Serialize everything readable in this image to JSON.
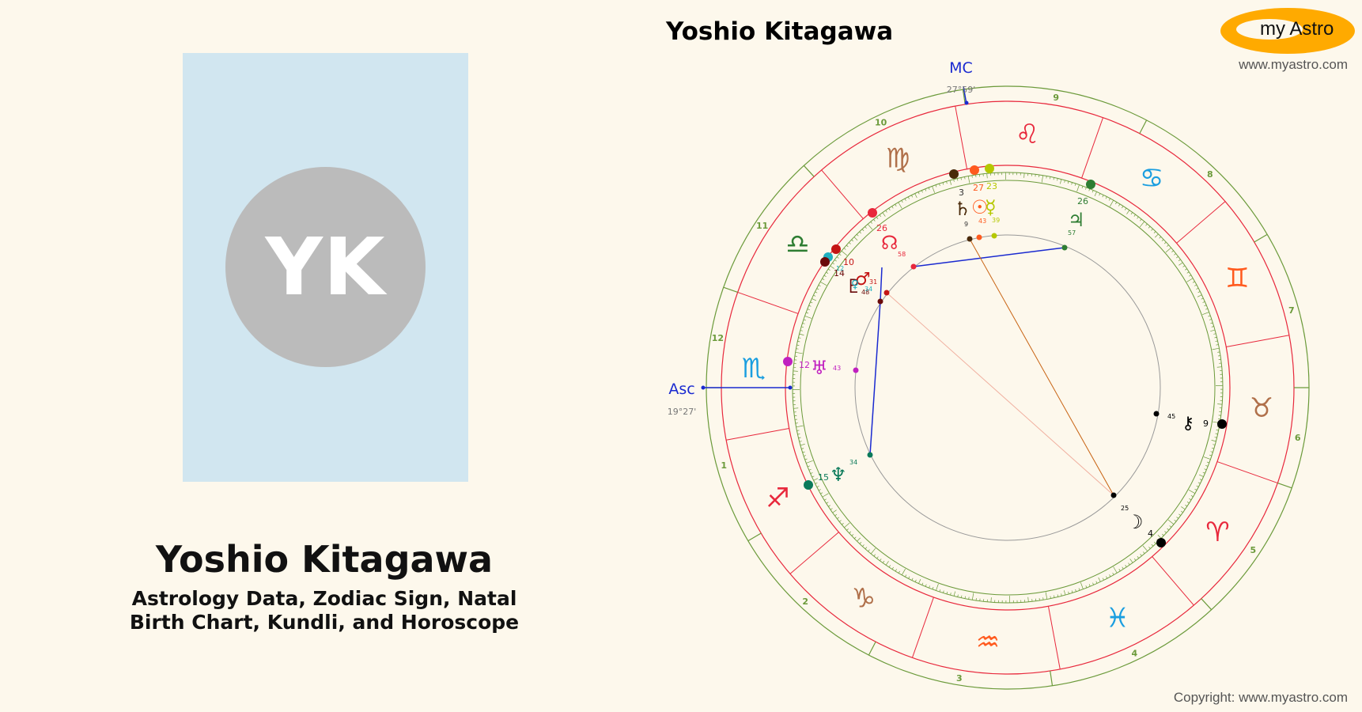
{
  "person": {
    "name": "Yoshio Kitagawa",
    "initials": "YK",
    "subtitle_line1": "Astrology Data, Zodiac Sign, Natal",
    "subtitle_line2": "Birth Chart, Kundli, and Horoscope"
  },
  "chart": {
    "title": "Yoshio Kitagawa",
    "mc_label": "MC",
    "mc_degree": "27°59'",
    "asc_label": "Asc",
    "asc_degree": "19°27'"
  },
  "branding": {
    "logo_text": "my Astro",
    "website": "www.myastro.com",
    "copyright": "Copyright: www.myastro.com",
    "logo_color": "#ffaa00"
  },
  "colors": {
    "background": "#fdf8ec",
    "portrait_bg": "#d1e6f0",
    "avatar_bg": "#bbbbbb",
    "house_lines": "#e8283c",
    "outer_ring": "#6b9a3a"
  },
  "zodiac_signs": [
    {
      "name": "aries",
      "glyph": "♈",
      "color": "#e8283c"
    },
    {
      "name": "taurus",
      "glyph": "♉",
      "color": "#b0704a"
    },
    {
      "name": "gemini",
      "glyph": "♊",
      "color": "#ff5a1e"
    },
    {
      "name": "cancer",
      "glyph": "♋",
      "color": "#1a9ee0"
    },
    {
      "name": "leo",
      "glyph": "♌",
      "color": "#e8283c"
    },
    {
      "name": "virgo",
      "glyph": "♍",
      "color": "#b0704a"
    },
    {
      "name": "libra",
      "glyph": "♎",
      "color": "#2e7d32"
    },
    {
      "name": "scorpio",
      "glyph": "♏",
      "color": "#1a9ee0"
    },
    {
      "name": "sagittarius",
      "glyph": "♐",
      "color": "#e8283c"
    },
    {
      "name": "capricorn",
      "glyph": "♑",
      "color": "#b0704a"
    },
    {
      "name": "aquarius",
      "glyph": "♒",
      "color": "#ff5a1e"
    },
    {
      "name": "pisces",
      "glyph": "♓",
      "color": "#1a9ee0"
    }
  ],
  "houses": [
    "1",
    "2",
    "3",
    "4",
    "5",
    "6",
    "7",
    "8",
    "9",
    "10",
    "11",
    "12"
  ],
  "planets": [
    {
      "name": "saturn",
      "glyph": "♄",
      "degree": "3",
      "minute": "9",
      "color": "#4a2a0a"
    },
    {
      "name": "sun",
      "glyph": "☉",
      "degree": "27",
      "minute": "43",
      "color": "#ff5a1e"
    },
    {
      "name": "mercury",
      "glyph": "☿",
      "degree": "23",
      "minute": "39",
      "color": "#b5c800"
    },
    {
      "name": "jupiter",
      "glyph": "♃",
      "degree": "26",
      "minute": "57",
      "color": "#2e7d32"
    },
    {
      "name": "north-node",
      "glyph": "☊",
      "degree": "26",
      "minute": "58",
      "color": "#e8283c"
    },
    {
      "name": "mars",
      "glyph": "♂",
      "degree": "10",
      "minute": "31",
      "color": "#c41414"
    },
    {
      "name": "pluto",
      "glyph": "♇",
      "degree": "14",
      "minute": "48",
      "color": "#6a0a0a"
    },
    {
      "name": "venus",
      "glyph": "♀",
      "degree": "12",
      "minute": "34",
      "color": "#20b0c0"
    },
    {
      "name": "uranus",
      "glyph": "♅",
      "degree": "12",
      "minute": "43",
      "color": "#c020c0"
    },
    {
      "name": "neptune",
      "glyph": "♆",
      "degree": "15",
      "minute": "34",
      "color": "#0a7a5a"
    },
    {
      "name": "chiron",
      "glyph": "⚷",
      "degree": "9",
      "minute": "45",
      "color": "#000000"
    },
    {
      "name": "moon",
      "glyph": "☽",
      "degree": "4",
      "minute": "25",
      "color": "#000000"
    }
  ]
}
